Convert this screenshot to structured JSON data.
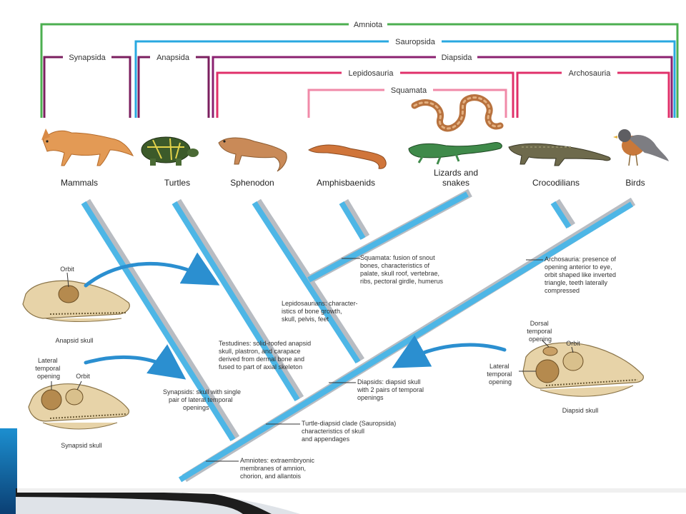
{
  "brackets": {
    "amniota": "Amniota",
    "sauropsida": "Sauropsida",
    "synapsida": "Synapsida",
    "anapsida": "Anapsida",
    "diapsida": "Diapsida",
    "lepidosauria": "Lepidosauria",
    "archosauria": "Archosauria",
    "squamata": "Squamata"
  },
  "taxa": {
    "mammals": "Mammals",
    "turtles": "Turtles",
    "sphenodon": "Sphenodon",
    "amphisbaenids": "Amphisbaenids",
    "lizards_line1": "Lizards and",
    "lizards_line2": "snakes",
    "crocodilians": "Crocodilians",
    "birds": "Birds"
  },
  "notes": {
    "squamata": [
      "Squamata: fusion of snout",
      "bones, characteristics of",
      "palate, skull roof, vertebrae,",
      "ribs, pectoral girdle, humerus"
    ],
    "archosauria": [
      "Archosauria: presence of",
      "opening anterior to eye,",
      "orbit shaped like inverted",
      "triangle, teeth laterally",
      "compressed"
    ],
    "lepidosaurians": [
      "Lepidosaurians: character-",
      "istics of bone growth,",
      "skull, pelvis, feet"
    ],
    "testudines": [
      "Testudines: solid-roofed anapsid",
      "skull, plastron, and carapace",
      "derived from dermal bone and",
      "fused to part of axial skeleton"
    ],
    "diapsids": [
      "Diapsids: diapsid skull",
      "with 2 pairs of temporal",
      "openings"
    ],
    "synapsids": [
      "Synapsids: skull with single",
      "pair of lateral temporal",
      "openings"
    ],
    "sauropsida": [
      "Turtle-diapsid clade (Sauropsida)",
      "characteristics of skull",
      "and appendages"
    ],
    "amniotes": [
      "Amniotes: extraembryonic",
      "membranes of amnion,",
      "chorion, and allantois"
    ]
  },
  "skulls": {
    "anapsid": {
      "caption": "Anapsid skull",
      "orbit": "Orbit"
    },
    "synapsid": {
      "caption": "Synapsid skull",
      "lateral": [
        "Lateral",
        "temporal",
        "opening"
      ],
      "orbit": "Orbit"
    },
    "diapsid": {
      "caption": "Diapsid skull",
      "dorsal": [
        "Dorsal",
        "temporal",
        "opening"
      ],
      "orbit": "Orbit",
      "lateral": [
        "Lateral",
        "temporal",
        "opening"
      ]
    }
  },
  "colors": {
    "amniota": "#4caf50",
    "sauropsida": "#29a8e0",
    "synapsida": "#7b1f5f",
    "diapsida": "#8b2170",
    "lepidosauria": "#e0306a",
    "archosauria": "#e0306a",
    "squamata": "#f08aa8",
    "tree_fill": "#4db6e6",
    "tree_edge": "#b8bcc2",
    "slide_accent": "#1e6fa8"
  }
}
